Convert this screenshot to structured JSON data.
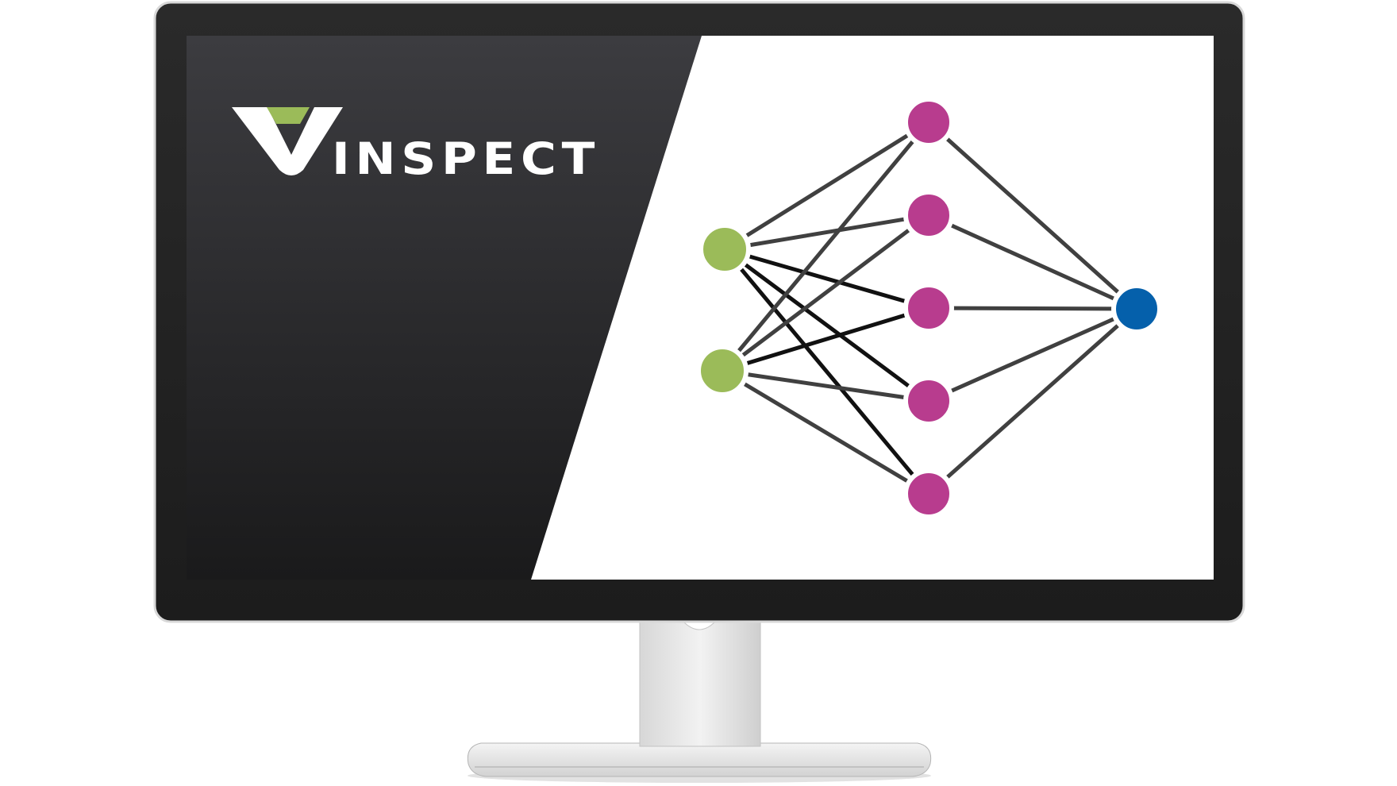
{
  "brand": {
    "wordmark": "INSPECT",
    "logo_icon": "v-chevron-logo-icon",
    "colors": {
      "wordmark": "#ffffff",
      "accent": "#9bbb59"
    }
  },
  "colors": {
    "screen_dark_top": "#3c3c40",
    "screen_dark_bottom": "#1a1a1b",
    "bezel": "#222222",
    "bezel_edge": "#d8d8d8",
    "screen_light": "#ffffff",
    "edge": "#404040",
    "edge_dark": "#111111",
    "input_node": "#9bbb59",
    "hidden_node": "#b83c8e",
    "output_node": "#0560ab",
    "stand_light": "#eeeeee",
    "stand_dark": "#bdbdbd"
  },
  "network": {
    "layers": [
      {
        "name": "input",
        "size": 2
      },
      {
        "name": "hidden",
        "size": 5
      },
      {
        "name": "output",
        "size": 1
      }
    ],
    "dark_edges": [
      [
        0,
        2
      ],
      [
        0,
        3
      ],
      [
        0,
        4
      ],
      [
        1,
        2
      ]
    ]
  }
}
